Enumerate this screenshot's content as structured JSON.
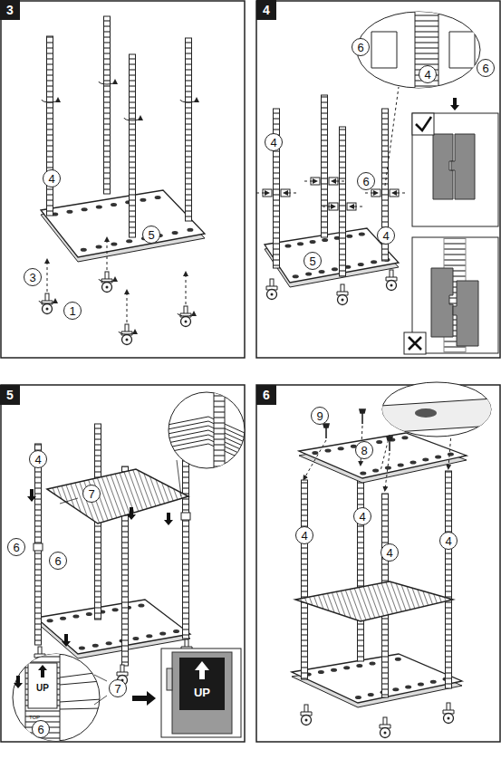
{
  "diagram": {
    "nodes": [
      {
        "text": [
          "3"
        ]
      },
      {
        "text": [
          "4"
        ]
      },
      {
        "text": [
          "5"
        ]
      },
      {
        "text": [
          "3"
        ]
      },
      {
        "text": [
          "1"
        ]
      },
      {
        "text": [
          "4"
        ]
      },
      {
        "text": [
          "6"
        ]
      },
      {
        "text": [
          "4"
        ]
      },
      {
        "text": [
          "6"
        ]
      },
      {
        "text": [
          "4"
        ]
      },
      {
        "text": [
          "6"
        ]
      },
      {
        "text": [
          "4"
        ]
      },
      {
        "text": [
          "5"
        ]
      },
      {
        "text": [
          "5"
        ]
      },
      {
        "text": [
          "4"
        ]
      },
      {
        "text": [
          "7"
        ]
      },
      {
        "text": [
          "6"
        ]
      },
      {
        "text": [
          "6"
        ]
      },
      {
        "text": [
          "7"
        ]
      },
      {
        "text": [
          "6"
        ]
      },
      {
        "text": [
          "6"
        ]
      },
      {
        "text": [
          "9"
        ]
      },
      {
        "text": [
          "8"
        ]
      },
      {
        "text": [
          "4"
        ]
      },
      {
        "text": [
          "4"
        ]
      },
      {
        "text": [
          "4"
        ]
      },
      {
        "text": [
          "4"
        ]
      }
    ],
    "labels": [
      "UP",
      "TOP",
      "UP"
    ]
  }
}
